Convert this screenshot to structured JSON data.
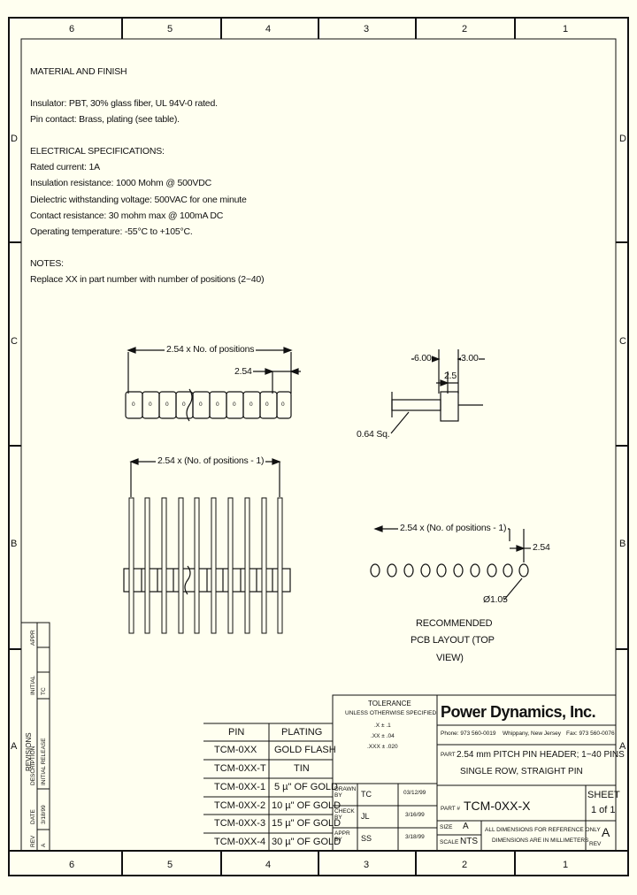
{
  "border": {
    "top_zones": [
      "6",
      "5",
      "4",
      "3",
      "2",
      "1"
    ],
    "bottom_zones": [
      "6",
      "5",
      "4",
      "3",
      "2",
      "1"
    ],
    "left_zones": [
      "D",
      "C",
      "B",
      "A"
    ],
    "right_zones": [
      "D",
      "C",
      "B",
      "A"
    ]
  },
  "notes": {
    "material_heading": "MATERIAL AND FINISH",
    "insulator": "Insulator: PBT, 30% glass fiber, UL 94V-0 rated.",
    "pin_contact": "Pin contact: Brass, plating (see table).",
    "electrical_heading": "ELECTRICAL SPECIFICATIONS:",
    "rated_current": "Rated current: 1A",
    "insulation_resistance": "Insulation resistance: 1000 Mohm @ 500VDC",
    "dielectric": "Dielectric withstanding voltage: 500VAC for one minute",
    "contact_resistance": "Contact resistance: 30 mohm max @ 100mA DC",
    "operating_temp": "Operating temperature: -55°C to +105°C.",
    "notes_heading": "NOTES:",
    "replace_note": "Replace XX in part number with number of positions (2~40)"
  },
  "top_view": {
    "overall_dim": "2.54 x No. of positions",
    "pitch_dim": "2.54"
  },
  "front_view": {
    "span_dim": "2.54 x (No. of positions - 1)"
  },
  "side_view": {
    "dim_left": "6.00",
    "dim_right": "3.00",
    "dim_mid": "2.5",
    "square": "0.64 Sq."
  },
  "pcb_layout": {
    "span_dim": "2.54 x (No. of positions - 1)",
    "pitch_dim": "2.54",
    "hole_dia": "Ø1.05",
    "caption_line1": "RECOMMENDED",
    "caption_line2": "PCB LAYOUT (TOP",
    "caption_line3": "VIEW)"
  },
  "plating_table": {
    "headers": [
      "PIN",
      "PLATING"
    ],
    "rows": [
      [
        "TCM-0XX",
        "GOLD FLASH"
      ],
      [
        "TCM-0XX-T",
        "TIN"
      ],
      [
        "TCM-0XX-1",
        "5 µ\" OF GOLD"
      ],
      [
        "TCM-0XX-2",
        "10 µ\" OF GOLD"
      ],
      [
        "TCM-0XX-3",
        "15 µ\" OF GOLD"
      ],
      [
        "TCM-0XX-4",
        "30 µ\" OF GOLD"
      ]
    ]
  },
  "revisions": {
    "title": "REVISIONS",
    "headers": [
      "REV",
      "DATE",
      "DESCRIPTION",
      "INITIAL",
      "APPR"
    ],
    "row": [
      "A",
      "3/18/99",
      "INITIAL RELEASE",
      "TC",
      ""
    ]
  },
  "tolerance": {
    "title": "TOLERANCE",
    "subtitle": "UNLESS OTHERWISE SPECIFIED",
    "lines": [
      ".X  ±  .1",
      ".XX  ±  .04",
      ".XXX  ±  .020"
    ]
  },
  "signoff": [
    {
      "role": "DRAWN BY",
      "initials": "TC",
      "date": "03/12/99"
    },
    {
      "role": "CHECK BY",
      "initials": "JL",
      "date": "3/16/99"
    },
    {
      "role": "APPR BY",
      "initials": "SS",
      "date": "3/18/99"
    }
  ],
  "company": {
    "name": "Power Dynamics, Inc.",
    "phone": "Phone: 973 560-0019",
    "location": "Whippany, New Jersey",
    "fax": "Fax: 973 560-0076"
  },
  "part": {
    "desc_label": "PART",
    "description_line1": "2.54 mm PITCH PIN HEADER; 1~40 PINS",
    "description_line2": "SINGLE ROW, STRAIGHT PIN",
    "number_label": "PART #",
    "number": "TCM-0XX-X",
    "sheet_label": "SHEET",
    "sheet": "1 of 1",
    "size_label": "SIZE",
    "size": "A",
    "scale_label": "SCALE",
    "scale": "NTS",
    "dims_note_line1": "ALL DIMENSIONS FOR REFERENCE ONLY",
    "dims_note_line2": "DIMENSIONS ARE IN MILLIMETERS",
    "rev_label": "REV",
    "rev": "A"
  },
  "pin_markers": [
    "0",
    "0",
    "0",
    "0",
    "0",
    "0",
    "0",
    "0",
    "0",
    "0"
  ]
}
